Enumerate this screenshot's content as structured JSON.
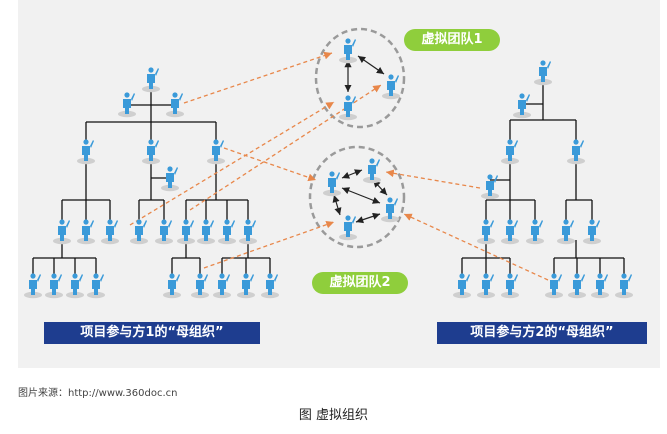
{
  "virtual_team_1": "虚拟团队1",
  "virtual_team_2": "虚拟团队2",
  "parent_org_1": "项目参与方1的“母组织”",
  "parent_org_2": "项目参与方2的“母组织”",
  "source": "图片来源：http://www.360doc.cn",
  "caption": "图  虚拟组织",
  "colors": {
    "panel": "#f1f1f1",
    "label_box": "#1e3d8f",
    "pill": "#8fce3c",
    "person": "#3a9ad9",
    "dashed_arrow": "#e8874a",
    "circle": "#9a9a9a"
  }
}
